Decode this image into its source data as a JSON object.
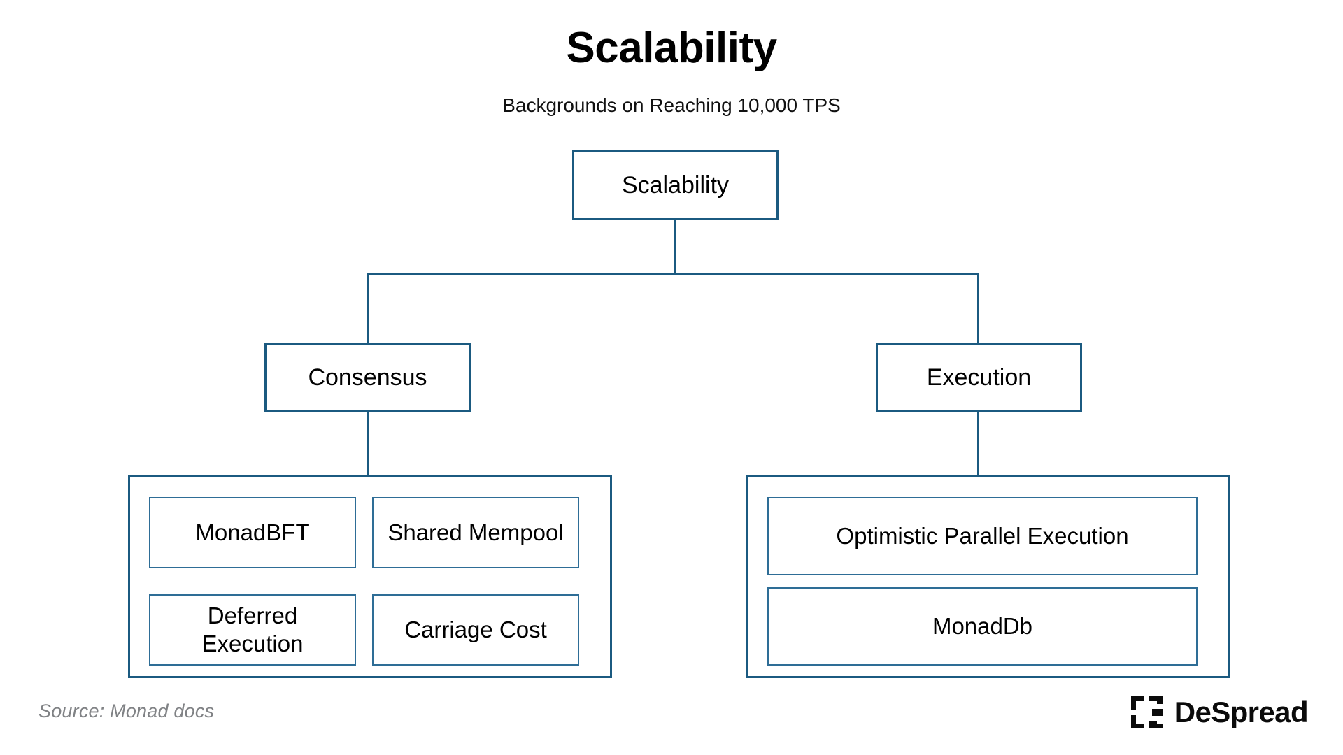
{
  "header": {
    "title": "Scalability",
    "subtitle": "Backgrounds on Reaching 10,000 TPS"
  },
  "diagram": {
    "root": {
      "label": "Scalability"
    },
    "branches": [
      {
        "label": "Consensus",
        "children": [
          {
            "label": "MonadBFT"
          },
          {
            "label": "Shared Mempool"
          },
          {
            "label": "Deferred Execution"
          },
          {
            "label": "Carriage Cost"
          }
        ]
      },
      {
        "label": "Execution",
        "children": [
          {
            "label": "Optimistic Parallel Execution"
          },
          {
            "label": "MonadDb"
          }
        ]
      }
    ]
  },
  "footer": {
    "source": "Source: Monad docs",
    "brand_name": "DeSpread",
    "brand_mark_icon": "despread-bracket-logo-icon"
  },
  "colors": {
    "line": "#1b5a80",
    "inner_line": "#2e6d96",
    "text": "#000000",
    "source_text": "#808285",
    "background": "#ffffff"
  }
}
